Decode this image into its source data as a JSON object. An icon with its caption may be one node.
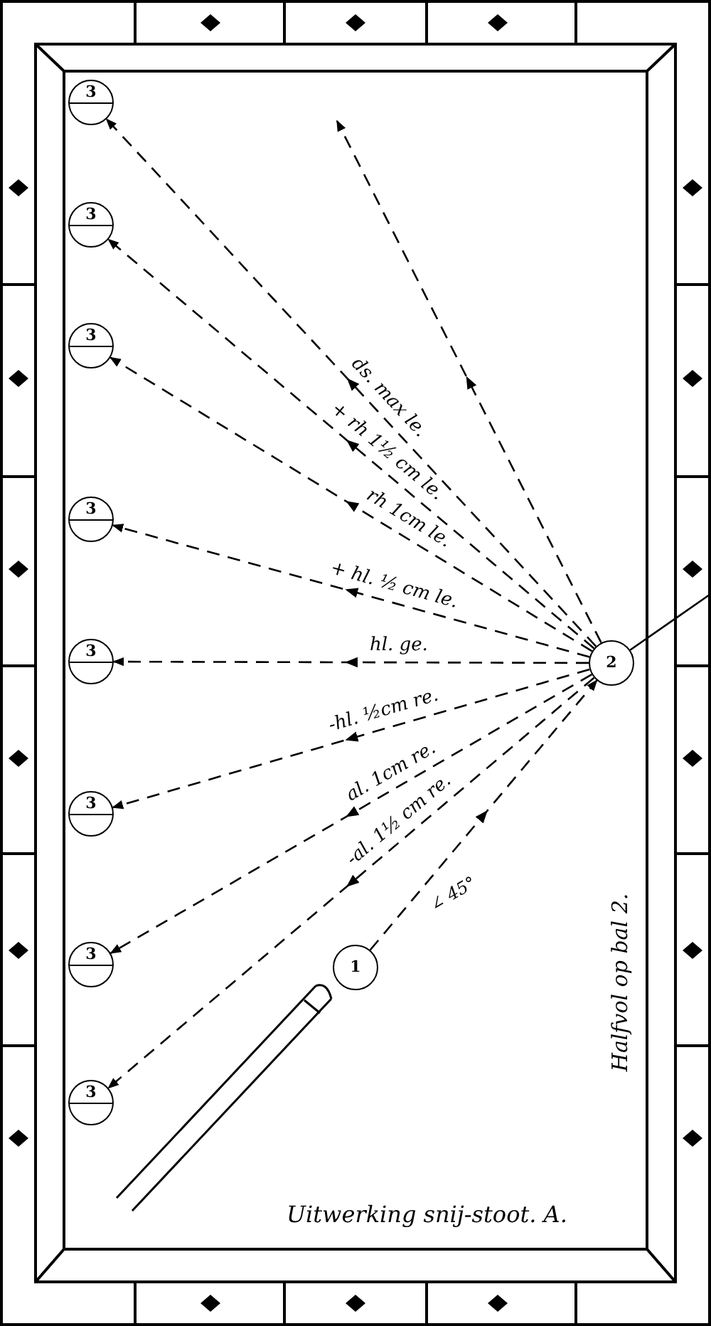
{
  "diagram": {
    "caption": "Uitwerking snij-stoot. A.",
    "nodes": [
      {
        "text": [
          "3"
        ]
      },
      {
        "text": [
          "3"
        ]
      },
      {
        "text": [
          "3"
        ]
      },
      {
        "text": [
          "3"
        ]
      },
      {
        "text": [
          "3"
        ]
      },
      {
        "text": [
          "3"
        ]
      },
      {
        "text": [
          "3"
        ]
      },
      {
        "text": [
          "3"
        ]
      },
      {
        "text": [
          "2"
        ]
      },
      {
        "text": [
          "1"
        ]
      }
    ],
    "edges": [
      {
        "from": 8,
        "to": 0,
        "arrow": "to",
        "style": "dashed",
        "label": "ds. max le."
      },
      {
        "from": 8,
        "to": 1,
        "arrow": "to",
        "style": "dashed",
        "label": "+ rh 1½ cm le."
      },
      {
        "from": 8,
        "to": 2,
        "arrow": "to",
        "style": "dashed",
        "label": "rh 1cm le."
      },
      {
        "from": 8,
        "to": 3,
        "arrow": "to",
        "style": "dashed",
        "label": "+ hl. ½ cm le."
      },
      {
        "from": 8,
        "to": 4,
        "arrow": "to",
        "style": "dashed",
        "label": "hl. ge."
      },
      {
        "from": 8,
        "to": 5,
        "arrow": "to",
        "style": "dashed",
        "label": "-hl. ½cm re."
      },
      {
        "from": 8,
        "to": 6,
        "arrow": "to",
        "style": "dashed",
        "label": "al. 1cm re."
      },
      {
        "from": 8,
        "to": 7,
        "arrow": "to",
        "style": "dashed",
        "label": "-al. 1½ cm re."
      },
      {
        "from": 8,
        "to": null,
        "arrow": "to",
        "style": "dashed"
      },
      {
        "from": 9,
        "to": 8,
        "arrow": "to",
        "style": "dashed"
      },
      {
        "from": null,
        "to": 8,
        "arrow": "none"
      }
    ],
    "labels": [
      "∠ 45°",
      "Halfvol op bal 2."
    ]
  }
}
